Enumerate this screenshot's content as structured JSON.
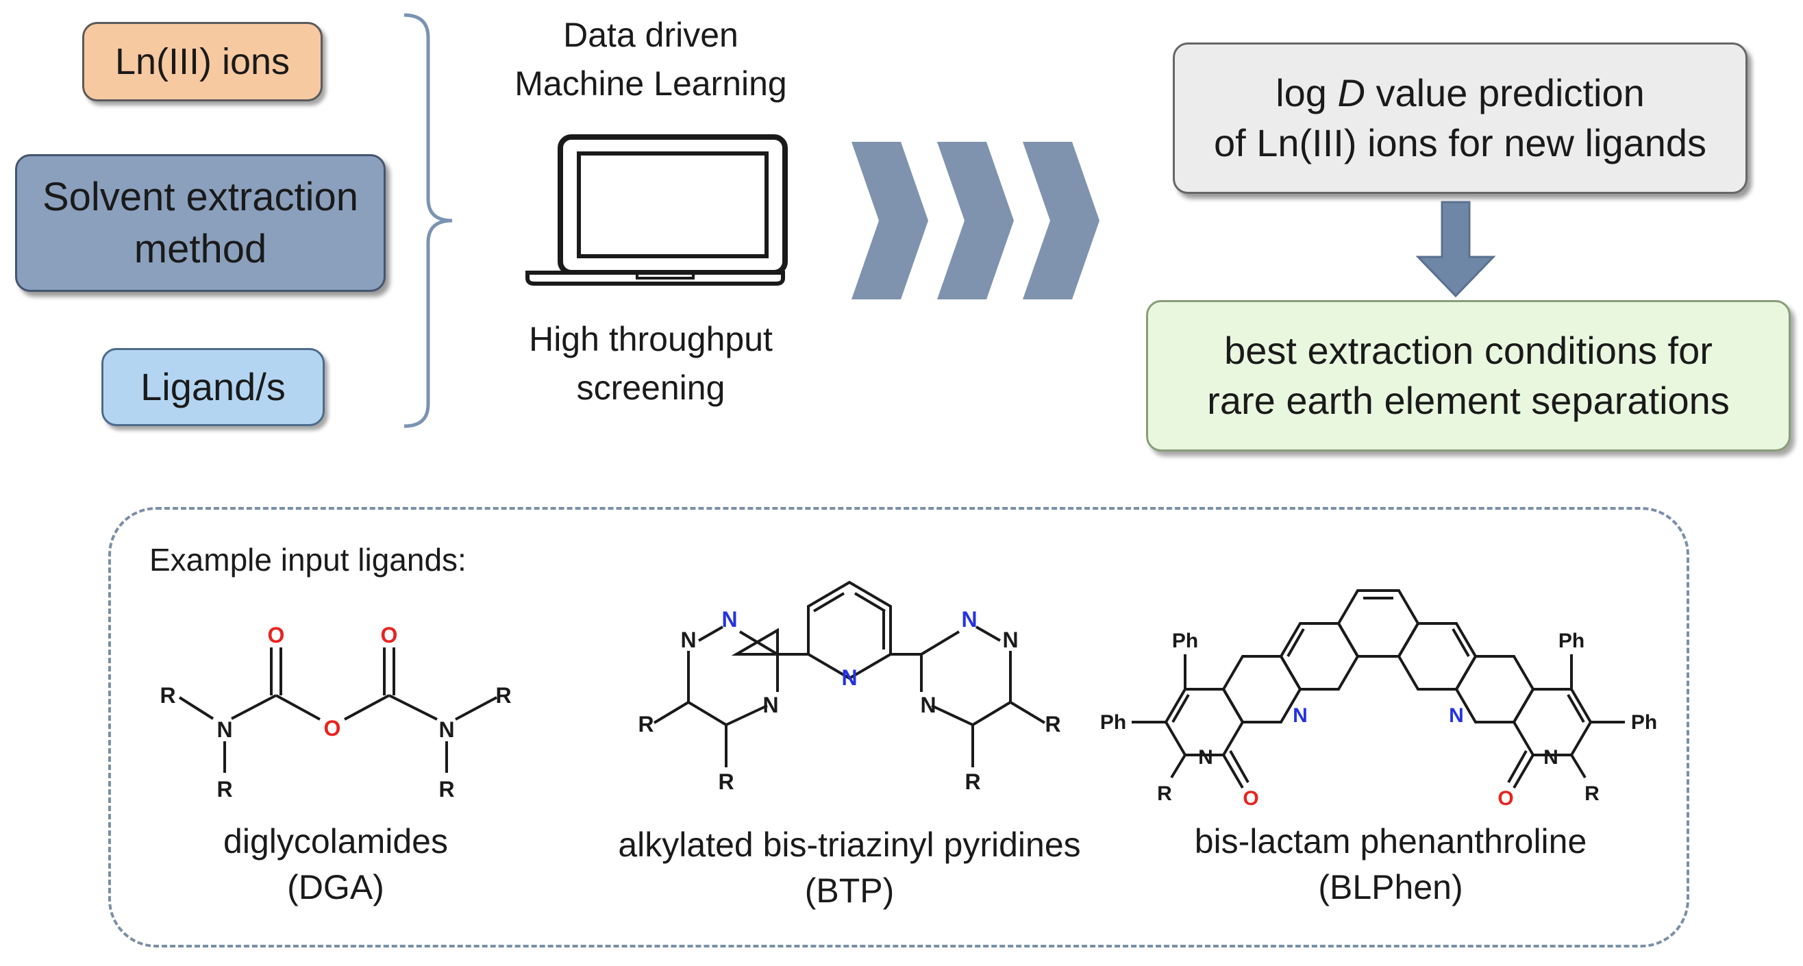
{
  "inputs": {
    "ln_ions": "Ln(III) ions",
    "solvent_line1": "Solvent extraction",
    "solvent_line2": "method",
    "ligands": "Ligand/s"
  },
  "ml": {
    "line1": "Data driven",
    "line2": "Machine Learning",
    "line3": "High throughput",
    "line4": "screening"
  },
  "outputs": {
    "logd_prefix": "log ",
    "logd_italic": "D",
    "logd_rest": " value prediction",
    "logd_line2": "of Ln(III) ions for new ligands",
    "best_line1": "best extraction conditions for",
    "best_line2": "rare earth element separations"
  },
  "examples": {
    "title": "Example input ligands:",
    "dga_name": "diglycolamides",
    "dga_abbr": "(DGA)",
    "btp_name": "alkylated bis-triazinyl pyridines",
    "btp_abbr": "(BTP)",
    "blphen_name": "bis-lactam phenanthroline",
    "blphen_abbr": "(BLPhen)"
  },
  "atoms": {
    "R": "R",
    "N": "N",
    "O": "O",
    "Ph": "Ph"
  },
  "colors": {
    "oxygen": "#e8231f",
    "nitrogen": "#2433e0",
    "chevron": "#7f93ae",
    "down_arrow": "#6f87a7"
  }
}
